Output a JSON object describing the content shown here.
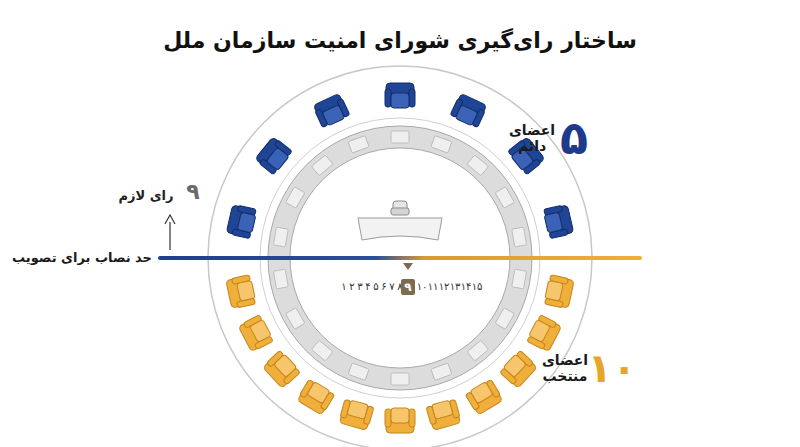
{
  "diagram": {
    "title": "ساختار رای‌گیری شورای امنیت سازمان ملل",
    "nodes": [
      {
        "text": [
          "۹"
        ]
      }
    ],
    "labels": [
      "۵",
      "اعضای دائم",
      "۹",
      "رای لازم",
      "حد نصاب برای تصویب",
      "۱",
      "۲",
      "۳",
      "۴",
      "۵",
      "۶",
      "۷",
      "۸",
      "۱۰",
      "۱۱",
      "۱۲",
      "۱۳",
      "۱۴",
      "۱۵",
      "۱۰",
      "اعضای منتخب"
    ]
  }
}
